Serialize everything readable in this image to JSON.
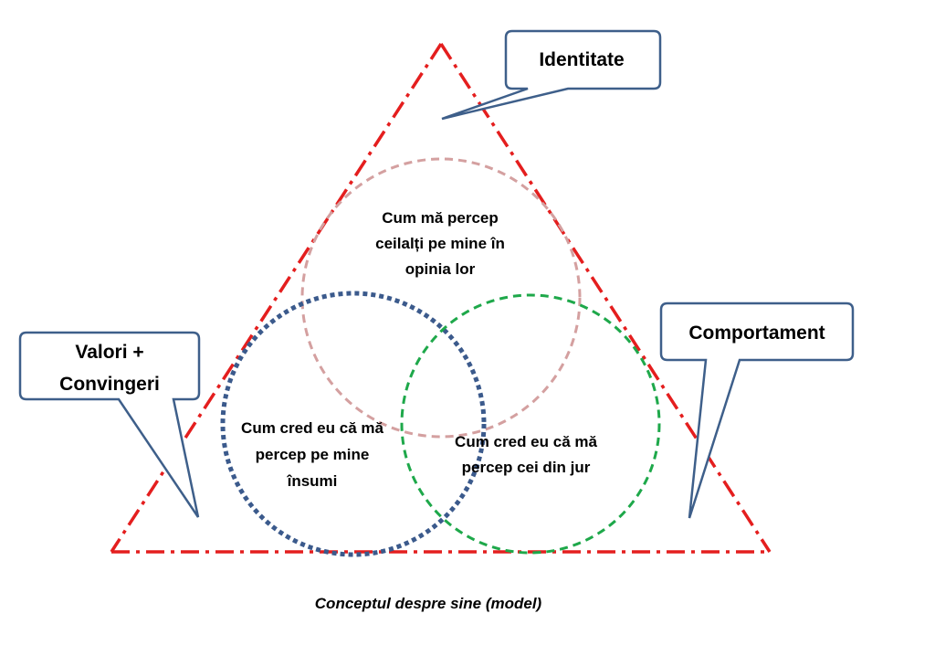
{
  "diagram": {
    "triangle_color": "#e41e1e",
    "callouts": {
      "identitate": "Identitate",
      "valori_line1": "Valori +",
      "valori_line2": "Convingeri",
      "comportament": "Comportament"
    },
    "callout_border_color": "#3e5f8a",
    "circles": {
      "top": {
        "color": "#d4a0a0",
        "lines": [
          "Cum mă percep",
          "ceilalți pe mine în",
          "opinia lor"
        ]
      },
      "left": {
        "color": "#3b5a8c",
        "lines": [
          "Cum cred eu că mă",
          "percep pe mine",
          "însumi"
        ]
      },
      "right": {
        "color": "#1ea84a",
        "lines": [
          "Cum cred eu că mă",
          "percep cei din jur"
        ]
      }
    },
    "caption": "Conceptul despre sine (model)"
  }
}
